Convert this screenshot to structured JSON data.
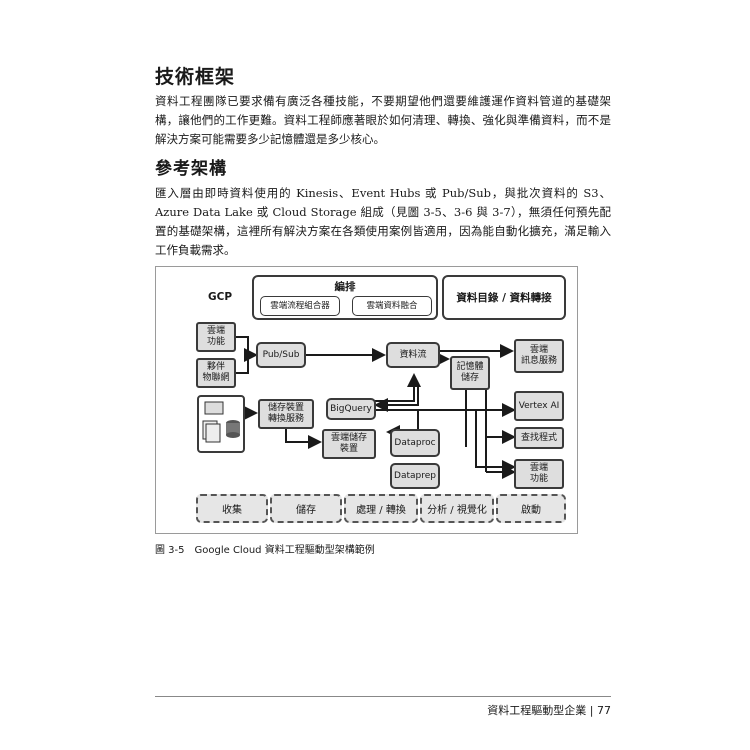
{
  "heading1": "技術框架",
  "para1": "資料工程團隊已要求備有廣泛各種技能，不要期望他們還要維護運作資料管道的基礎架構，讓他們的工作更難。資料工程師應著眼於如何清理、轉換、強化與準備資料，而不是解決方案可能需要多少記憶體還是多少核心。",
  "heading2": "參考架構",
  "para2": "匯入層由即時資料使用的 Kinesis、Event Hubs 或 Pub/Sub，與批次資料的 S3、Azure Data Lake 或 Cloud Storage 組成（見圖 3-5、3-6 與 3-7），無須任何預先配置的基礎架構，這裡所有解決方案在各類使用案例皆適用，因為能自動化擴充，滿足輸入工作負載需求。",
  "diagram": {
    "gcp": "GCP",
    "orchestration": "編排",
    "composer": "雲端流程組合器",
    "data_fusion": "雲端資料融合",
    "catalog": "資料目錄 / 資料轉接",
    "cloud_functions_in": "雲端\n功能",
    "iot": "夥伴\n物聯網",
    "pubsub": "Pub/Sub",
    "dataflow": "資料流",
    "memorystore": "記憶體\n儲存",
    "cloud_messaging": "雲端\n訊息服務",
    "storage_transfer": "儲存裝置\n轉換服務",
    "bigquery": "BigQuery",
    "cloud_storage": "雲端儲存\n裝置",
    "dataproc": "Dataproc",
    "dataprep": "Dataprep",
    "vertex": "Vertex AI",
    "lookup": "查找程式",
    "cloud_functions_out": "雲端\n功能",
    "stages": [
      "收集",
      "儲存",
      "處理 / 轉換",
      "分析 / 視覺化",
      "啟動"
    ]
  },
  "caption": "圖 3-5　Google Cloud 資料工程驅動型架構範例",
  "footer": "資料工程驅動型企業 | 77"
}
